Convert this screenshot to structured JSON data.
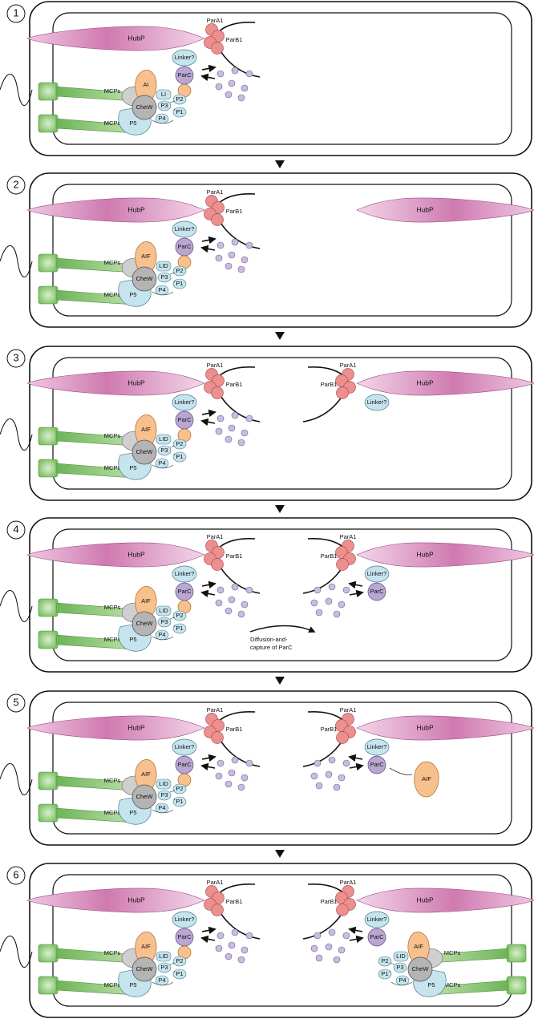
{
  "panels": [
    {
      "number": "1",
      "tag_variant": "AI",
      "lid_variant": "LI",
      "show_right_hubp": false,
      "show_right_parab": false,
      "show_right_linker": false,
      "show_right_parc": false,
      "show_right_dots": false,
      "show_diffusion": false,
      "show_free_aif": false,
      "show_right_array": false
    },
    {
      "number": "2",
      "tag_variant": "AIF",
      "lid_variant": "LID",
      "show_right_hubp": true,
      "show_right_parab": false,
      "show_right_linker": false,
      "show_right_parc": false,
      "show_right_dots": false,
      "show_diffusion": false,
      "show_free_aif": false,
      "show_right_array": false
    },
    {
      "number": "3",
      "tag_variant": "AIF",
      "lid_variant": "LID",
      "show_right_hubp": true,
      "show_right_parab": true,
      "show_right_linker": true,
      "show_right_parc": false,
      "show_right_dots": false,
      "show_diffusion": false,
      "show_free_aif": false,
      "show_right_array": false
    },
    {
      "number": "4",
      "tag_variant": "AIF",
      "lid_variant": "LID",
      "show_right_hubp": true,
      "show_right_parab": true,
      "show_right_linker": true,
      "show_right_parc": true,
      "show_right_dots": true,
      "show_diffusion": true,
      "show_free_aif": false,
      "show_right_array": false
    },
    {
      "number": "5",
      "tag_variant": "AIF",
      "lid_variant": "LID",
      "show_right_hubp": true,
      "show_right_parab": true,
      "show_right_linker": true,
      "show_right_parc": true,
      "show_right_dots": true,
      "show_diffusion": false,
      "show_free_aif": true,
      "show_right_array": false
    },
    {
      "number": "6",
      "tag_variant": "AIF",
      "lid_variant": "LID",
      "show_right_hubp": true,
      "show_right_parab": true,
      "show_right_linker": true,
      "show_right_parc": true,
      "show_right_dots": true,
      "show_diffusion": false,
      "show_free_aif": false,
      "show_right_array": true
    }
  ],
  "labels": {
    "hubp": "HubP",
    "para1": "ParA1",
    "parb1": "ParB1",
    "linker": "Linker?",
    "parc": "ParC",
    "mcps": "MCPs",
    "chew": "CheW",
    "p1": "P1",
    "p2": "P2",
    "p3": "P3",
    "p4": "P4",
    "p5": "P5",
    "aif": "AIF",
    "diffusion_line1": "Diffusion-and-",
    "diffusion_line2": "capture of ParC"
  },
  "colors": {
    "hubp_dark": "#c0609c",
    "hubp_light": "#efc8e2",
    "par_pink": "#ec8f8f",
    "linker_blue": "#c6e4ee",
    "parc_purple": "#b9a6d2",
    "aif_orange": "#f8c08c",
    "chew_gray": "#b4b4b4",
    "mcp_green": "#8cc878",
    "outline": "#111111"
  }
}
